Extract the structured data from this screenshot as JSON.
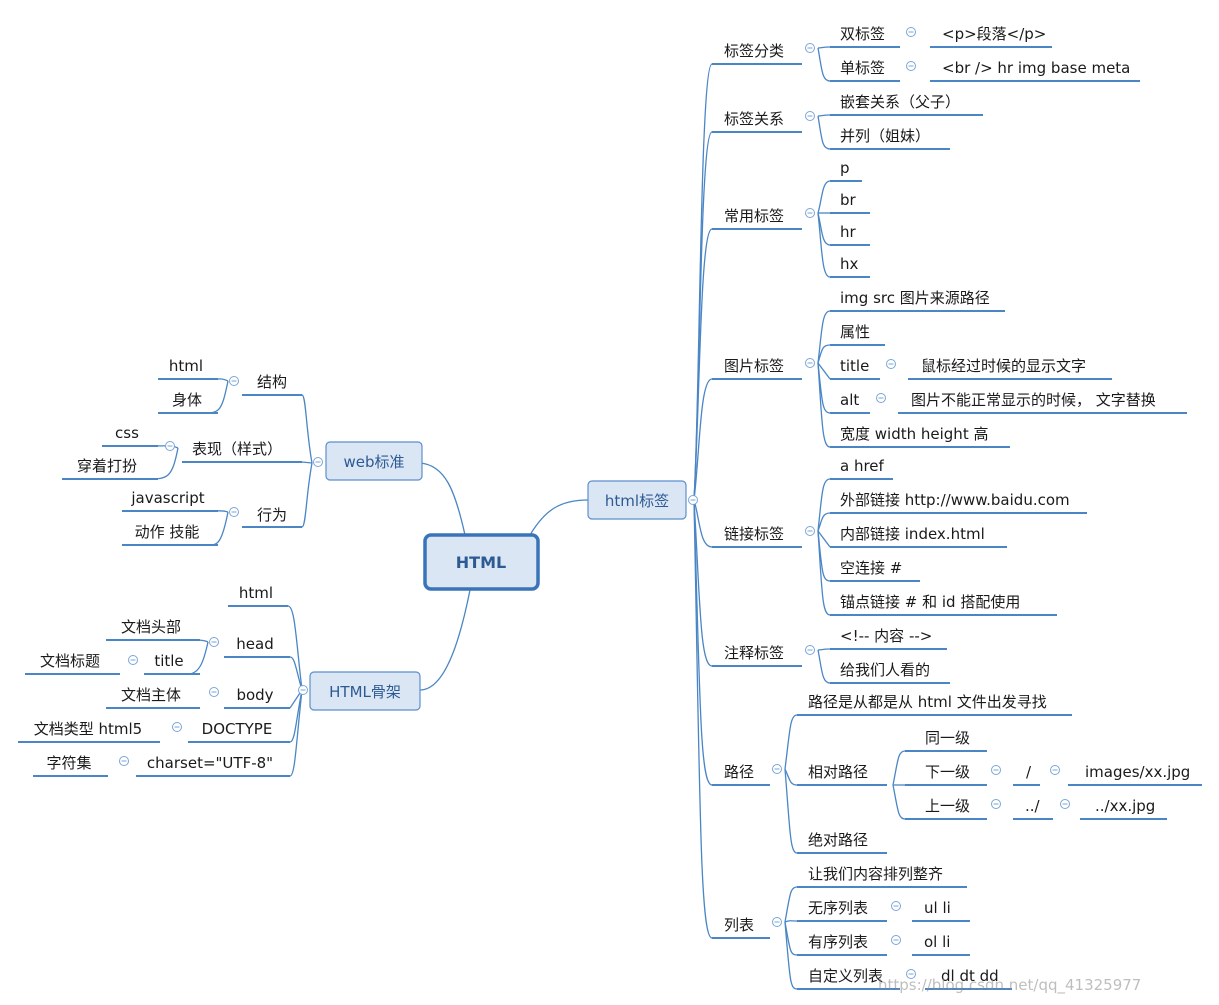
{
  "root": "HTML",
  "branches": {
    "web_standard": {
      "label": "web标准",
      "structure": {
        "label": "结构",
        "items": [
          "html",
          "身体"
        ]
      },
      "presentation": {
        "label": "表现（样式）",
        "items": [
          "css",
          "穿着打扮"
        ]
      },
      "behavior": {
        "label": "行为",
        "items": [
          "javascript",
          "动作 技能"
        ]
      }
    },
    "skeleton": {
      "label": "HTML骨架",
      "html": "html",
      "head": {
        "label": "head",
        "doc_head": "文档头部",
        "title": "title",
        "doc_title": "文档标题"
      },
      "body": {
        "label": "body",
        "doc_body": "文档主体"
      },
      "doctype": {
        "label": "DOCTYPE",
        "value": "文档类型  html5"
      },
      "charset": {
        "label": "charset=\"UTF-8\"",
        "value": "字符集"
      }
    },
    "tags": {
      "label": "html标签",
      "category": {
        "label": "标签分类",
        "double": {
          "label": "双标签",
          "example": "<p>段落</p>"
        },
        "single": {
          "label": "单标签",
          "example": "<br />  hr  img base meta"
        }
      },
      "relation": {
        "label": "标签关系",
        "items": [
          "嵌套关系（父子）",
          "并列（姐妹）"
        ]
      },
      "common": {
        "label": "常用标签",
        "items": [
          "p",
          "br",
          "hr",
          "hx"
        ]
      },
      "image": {
        "label": "图片标签",
        "src": "img src 图片来源路径",
        "attr": "属性",
        "title": {
          "label": "title",
          "desc": "鼠标经过时候的显示文字"
        },
        "alt": {
          "label": "alt",
          "desc": "图片不能正常显示的时候，  文字替换"
        },
        "size": "宽度  width  height 高"
      },
      "link": {
        "label": "链接标签",
        "items": [
          "a href",
          "外部链接   http://www.baidu.com",
          "内部链接    index.html",
          "空连接  #",
          "锚点链接    #  和 id 搭配使用"
        ]
      },
      "comment": {
        "label": "注释标签",
        "items": [
          "<!-- 内容  -->",
          "给我们人看的"
        ]
      },
      "path": {
        "label": "路径",
        "intro": "路径是从都是从 html 文件出发寻找",
        "relative": {
          "label": "相对路径",
          "same": "同一级",
          "down": {
            "label": "下一级",
            "sep": "/",
            "example": "images/xx.jpg"
          },
          "up": {
            "label": "上一级",
            "sep": "../",
            "example": "../xx.jpg"
          }
        },
        "absolute": "绝对路径"
      },
      "list": {
        "label": "列表",
        "intro": "让我们内容排列整齐",
        "ul": {
          "label": "无序列表",
          "value": "ul   li"
        },
        "ol": {
          "label": "有序列表",
          "value": "ol  li"
        },
        "dl": {
          "label": "自定义列表",
          "value": "dl dt  dd"
        }
      }
    }
  },
  "watermark": "https://blog.csdn.net/qq_41325977"
}
